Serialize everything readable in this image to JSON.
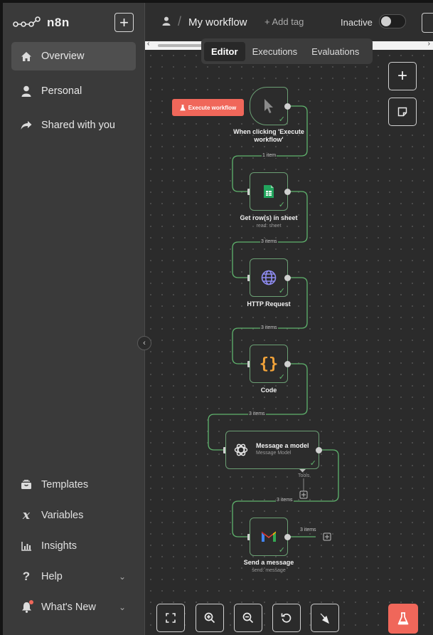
{
  "app": {
    "name": "n8n"
  },
  "sidebar": {
    "top_items": [
      {
        "label": "Overview",
        "icon": "home-icon",
        "active": true
      },
      {
        "label": "Personal",
        "icon": "user-icon",
        "active": false
      },
      {
        "label": "Shared with you",
        "icon": "share-icon",
        "active": false
      }
    ],
    "bottom_items": [
      {
        "label": "Templates",
        "icon": "templates-icon"
      },
      {
        "label": "Variables",
        "icon": "variables-icon"
      },
      {
        "label": "Insights",
        "icon": "insights-icon"
      },
      {
        "label": "Help",
        "icon": "help-icon"
      },
      {
        "label": "What's New",
        "icon": "bell-icon"
      }
    ]
  },
  "header": {
    "title": "My workflow",
    "add_tag": "+ Add tag",
    "status": "Inactive"
  },
  "tabs": [
    {
      "label": "Editor",
      "active": true
    },
    {
      "label": "Executions",
      "active": false
    },
    {
      "label": "Evaluations",
      "active": false
    }
  ],
  "canvas": {
    "execute_button": "Execute workflow",
    "nodes": [
      {
        "title": "When clicking 'Execute workflow'",
        "subtitle": "",
        "icon": "cursor-icon"
      },
      {
        "title": "Get row(s) in sheet",
        "subtitle": "read: sheet",
        "icon": "google-sheets-icon"
      },
      {
        "title": "HTTP Request",
        "subtitle": "",
        "icon": "globe-icon"
      },
      {
        "title": "Code",
        "subtitle": "",
        "icon": "code-braces-icon"
      },
      {
        "title": "Message a model",
        "subtitle": "Message Model",
        "icon": "openai-icon"
      },
      {
        "title": "Send a message",
        "subtitle": "send: message",
        "icon": "gmail-icon"
      }
    ],
    "connections": [
      {
        "label": "1 item"
      },
      {
        "label": "3 items"
      },
      {
        "label": "3 items"
      },
      {
        "label": "3 items"
      },
      {
        "label": "3 items"
      },
      {
        "label": "3 items"
      }
    ],
    "tools_label": "Tools"
  },
  "colors": {
    "accent": "#f0675a",
    "node_border": "#6b9f74",
    "connection": "#5fb36d"
  }
}
